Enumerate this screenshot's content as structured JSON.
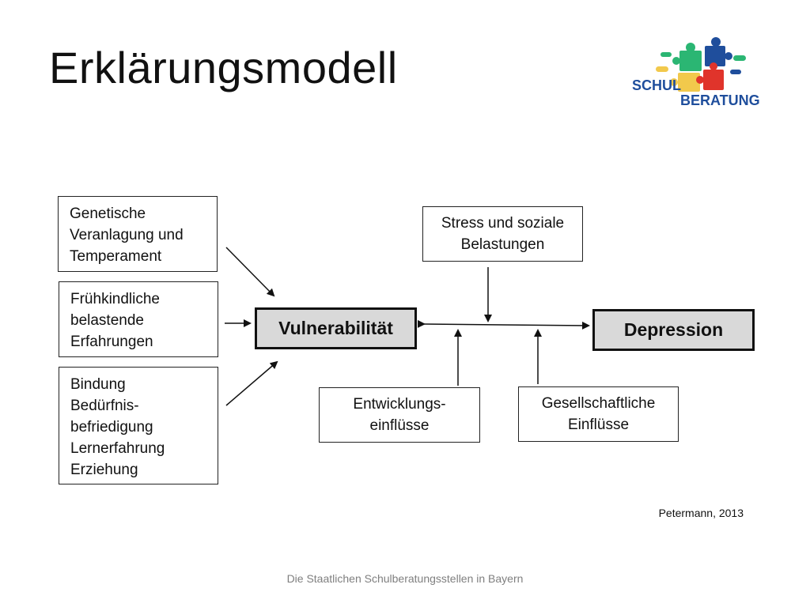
{
  "slide": {
    "title": "Erklärungsmodell",
    "citation": "Petermann, 2013",
    "footer": "Die Staatlichen Schulberatungsstellen in Bayern"
  },
  "logo": {
    "word1": "SCHUL",
    "word2": "BERATUNG",
    "colors": [
      "#2bb673",
      "#1f4e9c",
      "#f2c94c",
      "#e0342b"
    ]
  },
  "diagram": {
    "factors_left": [
      {
        "lines": [
          "Genetische",
          "Veranlagung und",
          "Temperament"
        ]
      },
      {
        "lines": [
          "Frühkindliche",
          "belastende",
          "Erfahrungen"
        ]
      },
      {
        "lines": [
          "Bindung",
          "Bedürfnis-",
          "befriedigung",
          "Lernerfahrung",
          "Erziehung"
        ]
      }
    ],
    "vulnerability": "Vulnerabilität",
    "depression": "Depression",
    "stress": [
      "Stress und soziale",
      "Belastungen"
    ],
    "development": [
      "Entwicklungs-",
      "einflüsse"
    ],
    "social": [
      "Gesellschaftliche",
      "Einflüsse"
    ],
    "colors": {
      "line": "#111111",
      "key_fill": "#d9d9d9"
    }
  }
}
